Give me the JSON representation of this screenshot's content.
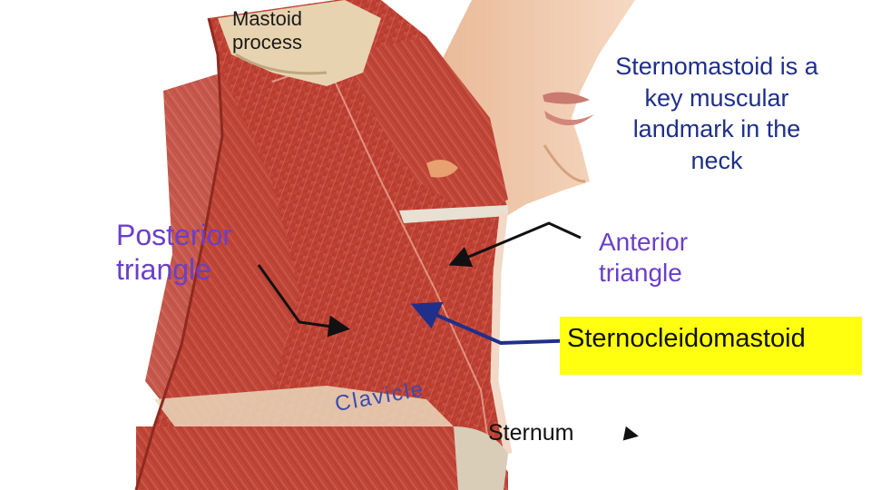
{
  "labels": {
    "mastoid_line1": "Mastoid",
    "mastoid_line2": "process",
    "caption_line1": "Sternomastoid  is a",
    "caption_line2": "key muscular",
    "caption_line3": "landmark in the",
    "caption_line4": "neck",
    "posterior_line1": "Posterior",
    "posterior_line2": "triangle",
    "anterior_line1": "Anterior",
    "anterior_line2": "triangle",
    "scm": "Sternocleidomastoid",
    "clavicle": "Clavicle",
    "sternum": "Sternum"
  },
  "colors": {
    "label_purple": "#6b3fc8",
    "caption_blue": "#1f2f8a",
    "highlight_yellow": "#ffff10",
    "muscle_red": "#c9463a",
    "skin": "#f2cdb0"
  }
}
